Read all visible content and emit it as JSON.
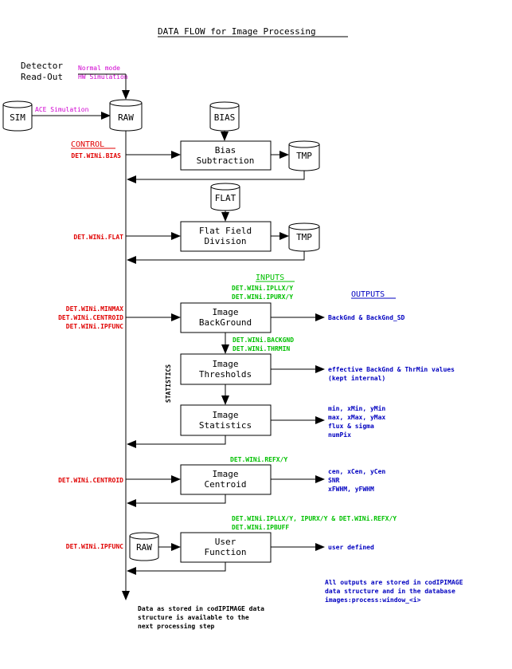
{
  "title": "DATA FLOW for Image Processing",
  "detector": {
    "line1": "Detector",
    "line2": "Read-Out"
  },
  "modes": {
    "normal": "Normal mode",
    "hw_sim": "HW Simulation",
    "ace_sim": "ACE Simulation"
  },
  "stores": {
    "sim": "SIM",
    "raw": "RAW",
    "bias": "BIAS",
    "flat": "FLAT",
    "tmp": "TMP"
  },
  "control_header": "CONTROL",
  "inputs_header": "INPUTS",
  "outputs_header": "OUTPUTS",
  "statistics_label": "STATISTICS",
  "boxes": {
    "bias": [
      "Bias",
      "Subtraction"
    ],
    "flat": [
      "Flat Field",
      "Division"
    ],
    "background": [
      "Image",
      "BackGround"
    ],
    "thresholds": [
      "Image",
      "Thresholds"
    ],
    "statistics": [
      "Image",
      "Statistics"
    ],
    "centroid": [
      "Image",
      "Centroid"
    ],
    "user": [
      "User",
      "Function"
    ]
  },
  "controls": {
    "bias": "DET.WINi.BIAS",
    "flat": "DET.WINi.FLAT",
    "background": [
      "DET.WINi.MINMAX",
      "DET.WINi.CENTROID",
      "DET.WINi.IPFUNC"
    ],
    "centroid": "DET.WINi.CENTROID",
    "user": "DET.WINi.IPFUNC"
  },
  "inputs": {
    "background": [
      "DET.WINi.IPLLX/Y",
      "DET.WINi.IPURX/Y"
    ],
    "thresholds": [
      "DET.WINi.BACKGND",
      "DET.WINi.THRMIN"
    ],
    "centroid": "DET.WINi.REFX/Y",
    "user": [
      "DET.WINi.IPLLX/Y, IPURX/Y & DET.WINi.REFX/Y",
      "DET.WINi.IPBUFF"
    ]
  },
  "outputs": {
    "background": [
      "BackGnd & BackGnd_SD"
    ],
    "thresholds": [
      "effective BackGnd & ThrMin values",
      "(kept internal)"
    ],
    "statistics": [
      "min, xMin, yMin",
      "max, xMax, yMax",
      "flux & sigma",
      "numPix"
    ],
    "centroid": [
      "cen, xCen, yCen",
      "SNR",
      "xFWHM, yFWHM"
    ],
    "user": [
      "user defined"
    ]
  },
  "storage_note": [
    "All outputs are stored in codIPIMAGE",
    "data structure and in the database",
    "images:process:window_<i>"
  ],
  "final_note": [
    "Data as stored in codIPIMAGE data",
    "structure is available to the",
    "next processing step"
  ],
  "colors": {
    "control": "#e00000",
    "inputs": "#00c000",
    "outputs": "#0000c0",
    "modes": "#d000d0"
  }
}
